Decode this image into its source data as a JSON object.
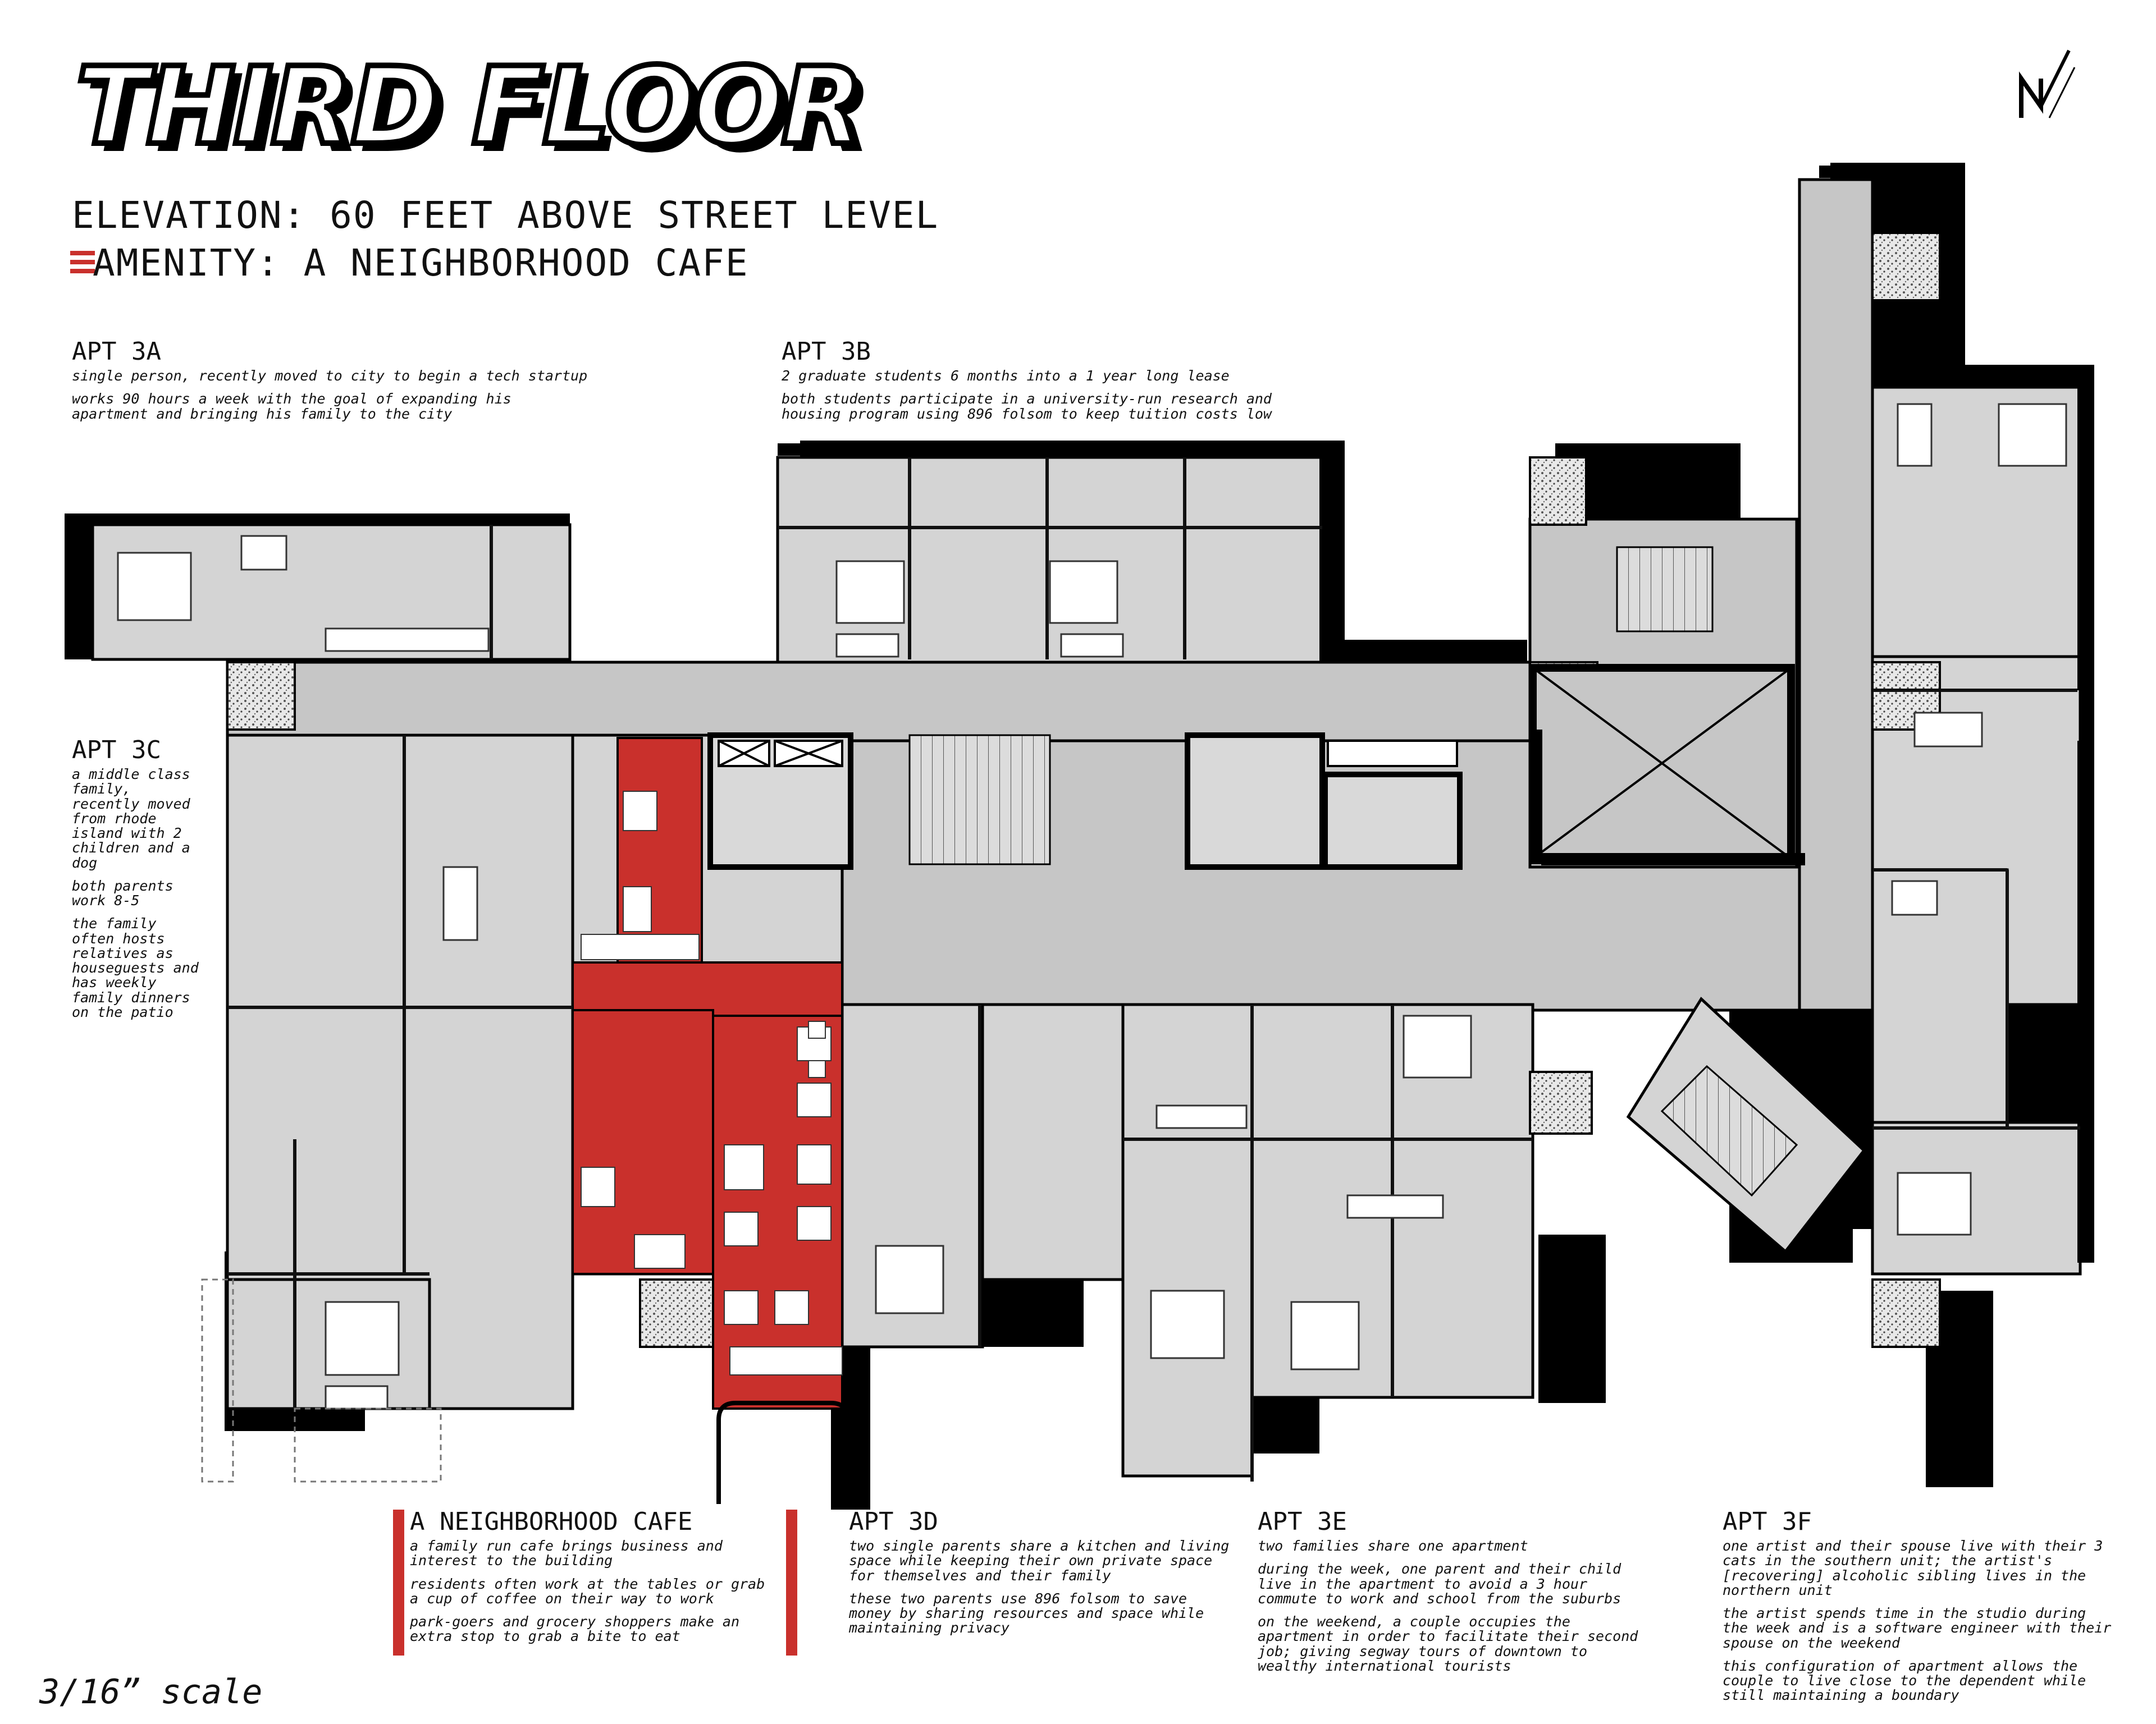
{
  "title": "THIRD FLOOR",
  "elevation": "ELEVATION: 60 FEET ABOVE STREET LEVEL",
  "amenity": "AMENITY: A NEIGHBORHOOD CAFE",
  "scale": "3/16” scale",
  "apartments": {
    "a3a": {
      "heading": "APT 3A",
      "lines": [
        "single person, recently moved to city to begin a tech startup",
        "works 90 hours a week with the goal of expanding his apartment and bringing his family to the city"
      ]
    },
    "a3b": {
      "heading": "APT 3B",
      "lines": [
        "2 graduate students 6 months into a 1 year long lease",
        "both students participate in a university-run research and housing program using 896 folsom to keep tuition costs low"
      ]
    },
    "a3c": {
      "heading": "APT 3C",
      "lines": [
        "a middle class family, recently moved from rhode island with 2 children and a dog",
        "both parents work 8-5",
        "the family often hosts relatives as houseguests and has weekly family dinners on the patio"
      ]
    },
    "cafe": {
      "heading": "A NEIGHBORHOOD CAFE",
      "lines": [
        "a family run cafe brings business and interest to the building",
        "residents often work at the tables or grab a cup of coffee on their way to work",
        "park-goers and grocery shoppers make an extra stop to grab a bite to eat"
      ]
    },
    "a3d": {
      "heading": "APT 3D",
      "lines": [
        "two single parents share a kitchen and living space while keeping their own private space for themselves and their family",
        "these two parents use 896 folsom to save money by sharing resources and space while maintaining privacy"
      ]
    },
    "a3e": {
      "heading": "APT 3E",
      "lines": [
        "two families share one apartment",
        "during the week, one parent and their child live in the apartment to avoid a 3 hour commute to work and school from the suburbs",
        "on the weekend, a couple occupies the apartment in order to facilitate their second job; giving segway tours of downtown to wealthy international tourists"
      ]
    },
    "a3f": {
      "heading": "APT 3F",
      "lines": [
        "one artist and their spouse live with their 3 cats in the southern unit; the artist's [recovering] alcoholic sibling lives in the northern unit",
        "the artist spends time in the studio during the week and is a software engineer with their spouse on the weekend",
        "this configuration of apartment allows the couple to live close to the dependent while still maintaining a boundary"
      ]
    }
  },
  "colors": {
    "floor": "#d4d4d4",
    "corridor": "#c6c6c6",
    "wall": "#000000",
    "cafe": "#c9302c",
    "fixture": "#ffffff"
  },
  "icons": {
    "logo": "north-arrow-logo",
    "stairs": "stair-icon",
    "elevator": "elevator-icon"
  }
}
